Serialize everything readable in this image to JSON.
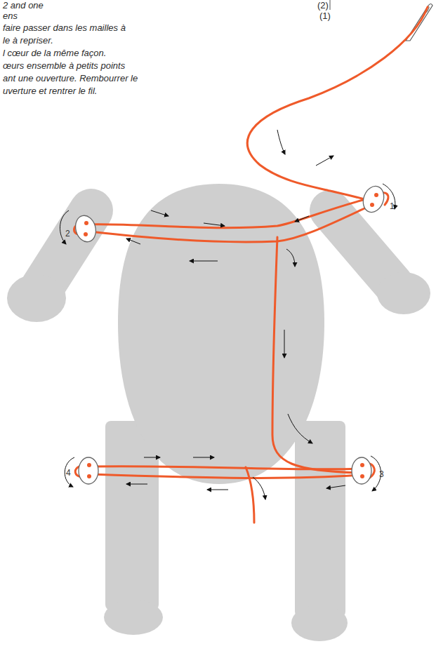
{
  "diagram": {
    "labels": [
      "2 and one",
      "(2)",
      "ens",
      "(1)",
      "faire passer dans les mailles à",
      "le à repriser.",
      "l cœur de la même façon.",
      "œurs ensemble à petits points",
      "ant une ouverture. Rembourrer le",
      "uverture et rentrer le fil.",
      "2",
      "1",
      "3",
      "4"
    ]
  }
}
